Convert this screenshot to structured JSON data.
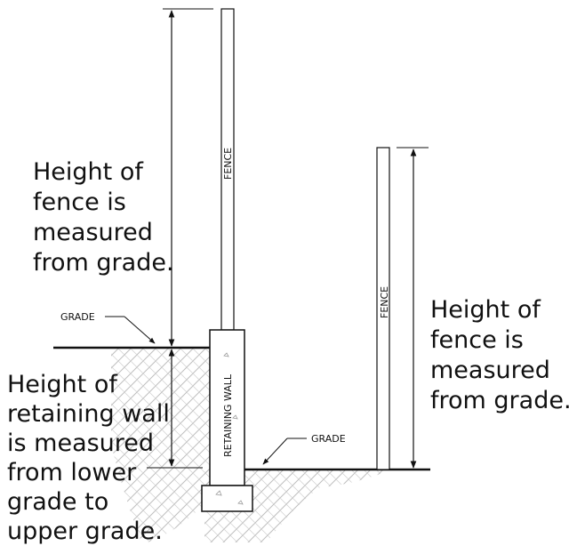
{
  "labels": {
    "fence_upper": "FENCE",
    "fence_lower": "FENCE",
    "retaining_wall": "RETAINING WALL",
    "grade_upper": "GRADE",
    "grade_lower": "GRADE"
  },
  "notes": {
    "fence_height_left": [
      "Height of",
      "fence is",
      "measured",
      "from grade."
    ],
    "fence_height_right": [
      "Height of",
      "fence is",
      "measured",
      "from grade."
    ],
    "wall_height": [
      "Height of",
      "retaining wall",
      "is measured",
      "from lower",
      "grade to",
      "upper grade."
    ]
  }
}
